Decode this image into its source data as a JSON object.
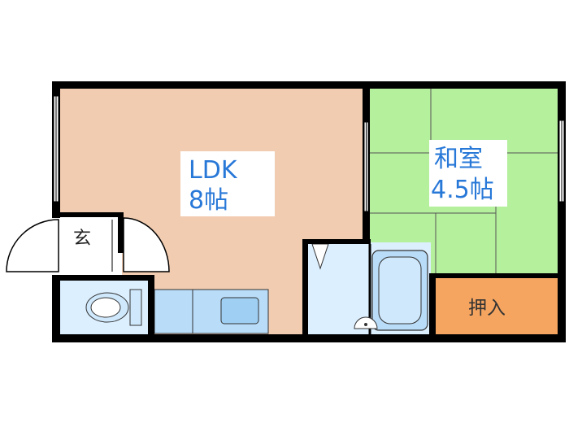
{
  "rooms": {
    "ldk": {
      "name": "LDK",
      "size": "8帖"
    },
    "washitsu": {
      "name": "和室",
      "size": "4.5帖"
    },
    "oshiire": {
      "name": "押入"
    },
    "genkan": {
      "name": "玄"
    }
  },
  "colors": {
    "ldk_floor": "#f2ccb0",
    "tatami": "#b5f09d",
    "oshiire": "#f5a560",
    "wet_area": "#dcefff",
    "fixture": "#b9dcf8",
    "wall": "#000000",
    "label_bg": "#ffffff",
    "label_text": "#2878d8",
    "oshiire_text": "#333333"
  }
}
